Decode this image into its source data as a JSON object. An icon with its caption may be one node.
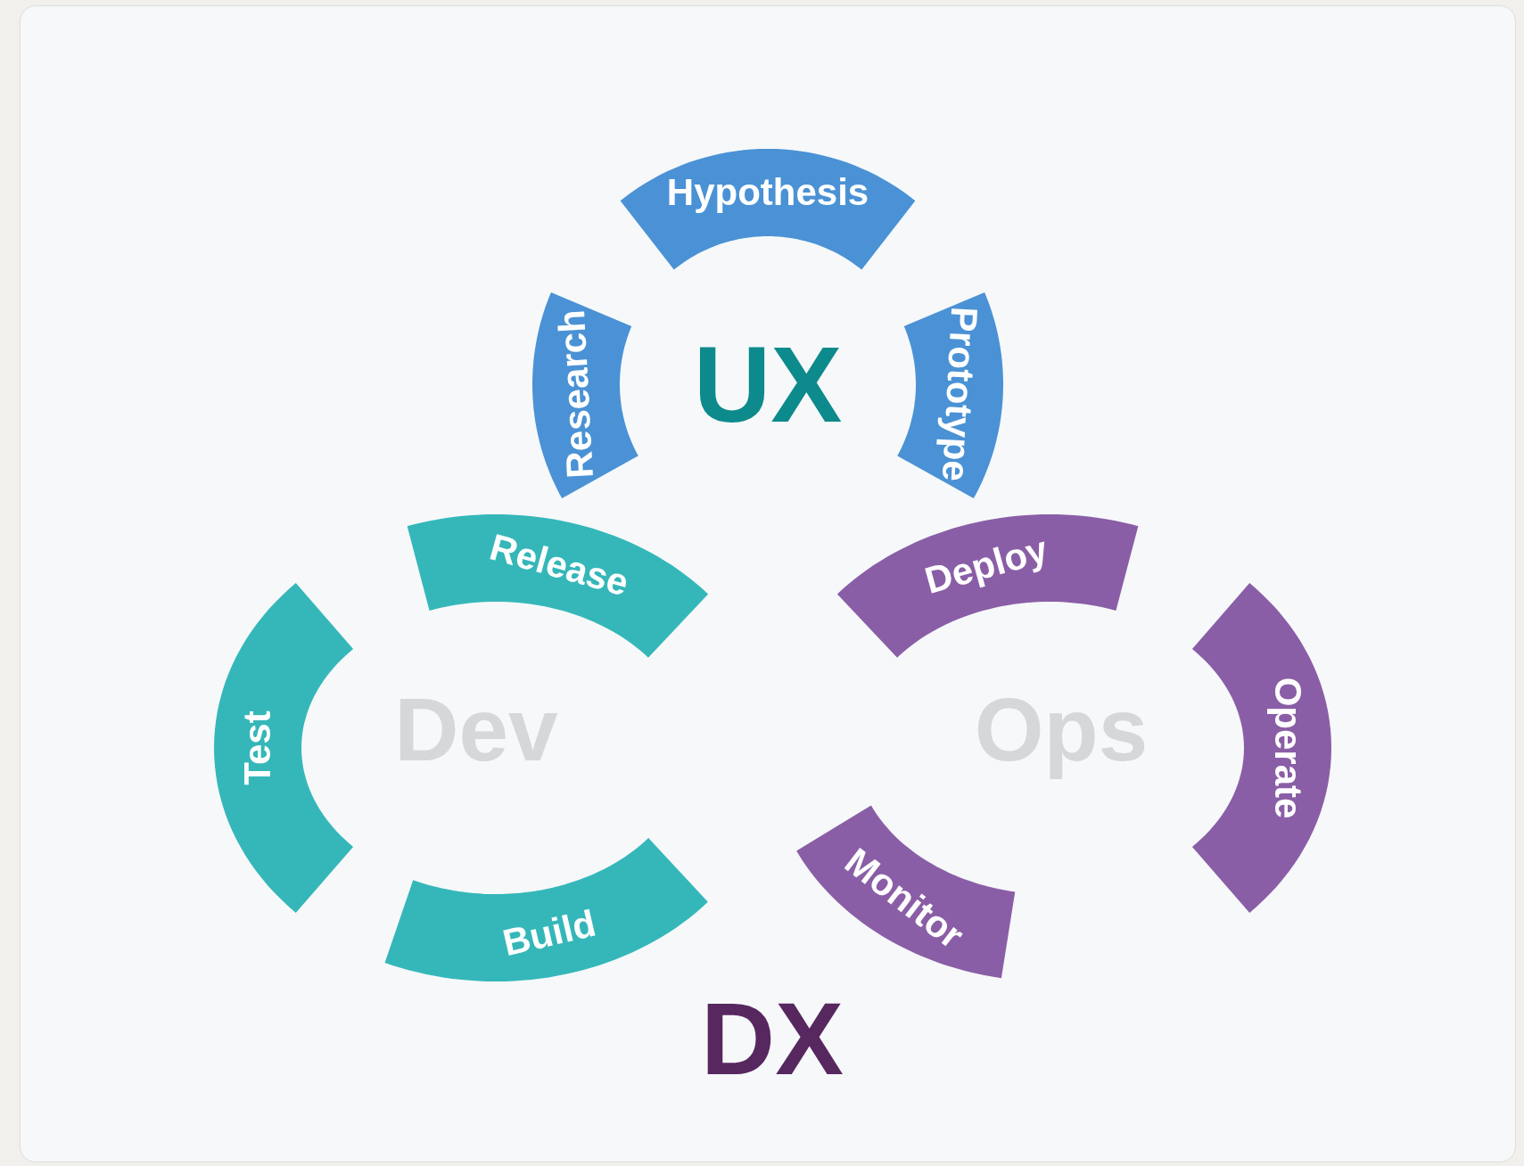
{
  "diagram": {
    "nodes": [
      {
        "text": [
          "Hypothesis"
        ]
      },
      {
        "text": [
          "Research"
        ]
      },
      {
        "text": [
          "Prototype"
        ]
      },
      {
        "text": [
          "Release"
        ]
      },
      {
        "text": [
          "Deploy"
        ]
      },
      {
        "text": [
          "Test"
        ]
      },
      {
        "text": [
          "Operate"
        ]
      },
      {
        "text": [
          "Build"
        ]
      },
      {
        "text": [
          "Monitor"
        ]
      }
    ],
    "labels": [
      "UX",
      "Dev",
      "Ops",
      "DX"
    ]
  }
}
